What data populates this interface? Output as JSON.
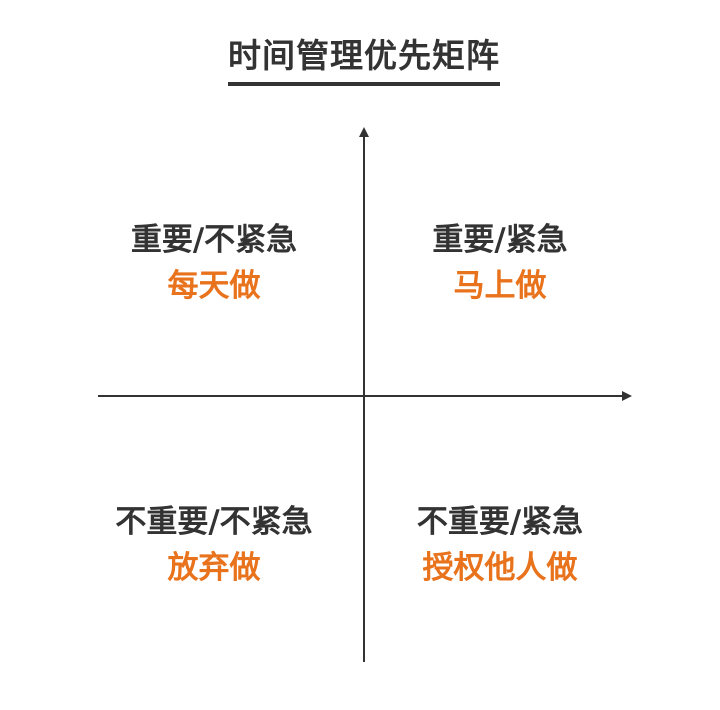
{
  "title": "时间管理优先矩阵",
  "colors": {
    "text": "#333333",
    "accent": "#e8731c",
    "axis": "#333333"
  },
  "quadrants": {
    "top_left": {
      "label": "重要/不紧急",
      "action": "每天做"
    },
    "top_right": {
      "label": "重要/紧急",
      "action": "马上做"
    },
    "bottom_left": {
      "label": "不重要/不紧急",
      "action": "放弃做"
    },
    "bottom_right": {
      "label": "不重要/紧急",
      "action": "授权他人做"
    }
  }
}
